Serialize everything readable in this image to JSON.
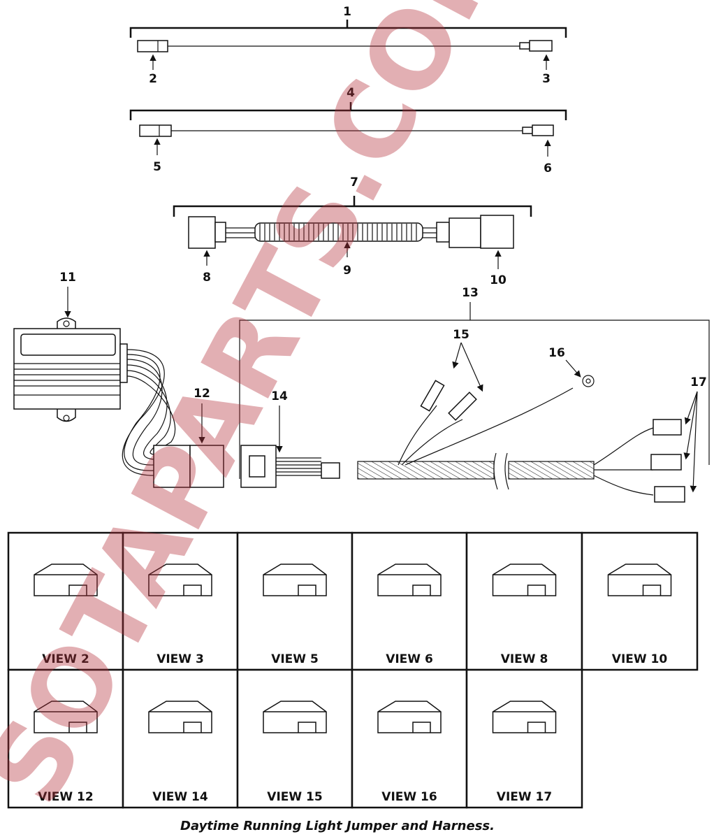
{
  "diagram": {
    "caption": "Daytime Running Light Jumper and Harness.",
    "callouts": {
      "c1": "1",
      "c2": "2",
      "c3": "3",
      "c4": "4",
      "c5": "5",
      "c6": "6",
      "c7": "7",
      "c8": "8",
      "c9": "9",
      "c10": "10",
      "c11": "11",
      "c12": "12",
      "c13": "13",
      "c14": "14",
      "c15": "15",
      "c16": "16",
      "c17": "17"
    },
    "views": [
      "VIEW 2",
      "VIEW 3",
      "VIEW 5",
      "VIEW 6",
      "VIEW 8",
      "VIEW 10",
      "VIEW 12",
      "VIEW 14",
      "VIEW 15",
      "VIEW 16",
      "VIEW 17"
    ],
    "watermark": "SOTAPARTS.COM",
    "colors": {
      "line": "#111111",
      "watermark": "#b5303a"
    }
  }
}
